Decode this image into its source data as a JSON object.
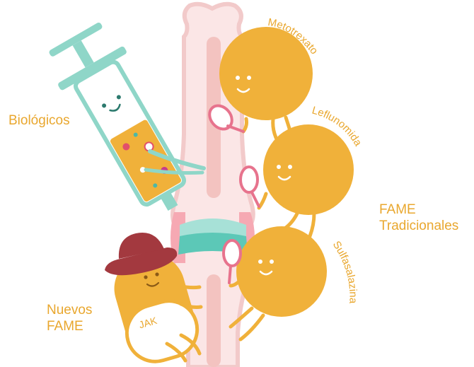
{
  "labels": {
    "biologicos": "Biológicos",
    "nuevos_fame_line1": "Nuevos",
    "nuevos_fame_line2": "FAME",
    "fame_tradicionales_line1": "FAME",
    "fame_tradicionales_line2": "Tradicionales",
    "metotrexato": "Metotrexato",
    "leflunomida": "Leflunomida",
    "sulfasalazina": "Sulfasalazina",
    "jak": "JAK"
  },
  "colors": {
    "label_orange": "#e9a72e",
    "pill_orange": "#f0b13a",
    "bone_pink": "#f4d3d3",
    "bone_core": "#f3c3c0",
    "cartilage_teal": "#5cc8b7",
    "syringe_mint": "#8fd6c8",
    "hat_red": "#a3393f",
    "mirror_pink": "#e7738d"
  },
  "icons": [
    "syringe-character",
    "jak-pill-character",
    "bone-joint",
    "hand-mirror-icon"
  ]
}
